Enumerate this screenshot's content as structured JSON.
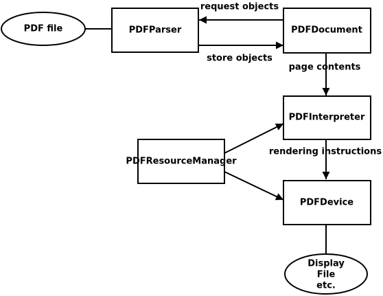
{
  "nodes": {
    "pdf_file": "PDF file",
    "pdf_parser": "PDFParser",
    "pdf_document": "PDFDocument",
    "pdf_interpreter": "PDFInterpreter",
    "pdf_resource_manager": "PDFResourceManager",
    "pdf_device": "PDFDevice",
    "output_lines": [
      "Display",
      "File",
      "etc."
    ]
  },
  "edges": {
    "request_objects": "request objects",
    "store_objects": "store objects",
    "page_contents": "page contents",
    "rendering_instructions": "rendering instructions"
  }
}
